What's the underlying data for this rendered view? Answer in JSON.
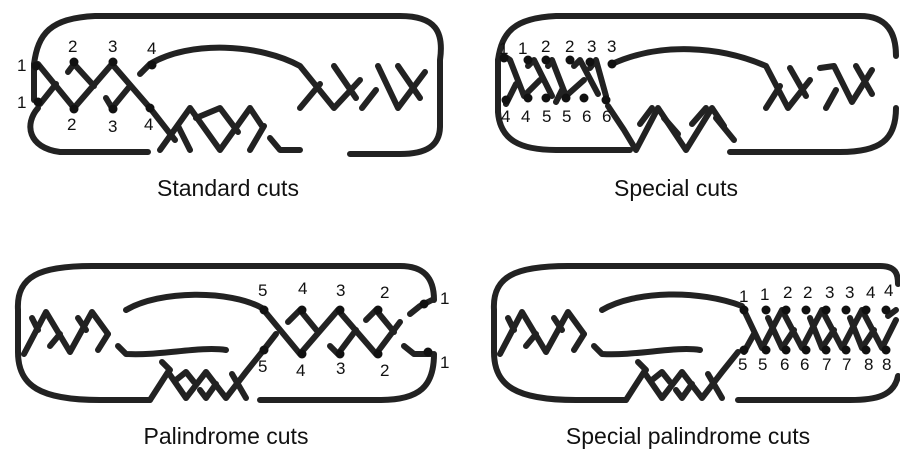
{
  "panels": [
    {
      "caption": "Standard cuts",
      "labels": [
        "1",
        "2",
        "3",
        "4",
        "1",
        "2",
        "3",
        "4"
      ]
    },
    {
      "caption": "Special cuts",
      "labels": [
        "1",
        "1",
        "2",
        "2",
        "3",
        "3",
        "4",
        "4",
        "5",
        "5",
        "6",
        "6"
      ]
    },
    {
      "caption": "Palindrome cuts",
      "labels": [
        "5",
        "4",
        "3",
        "2",
        "1",
        "5",
        "4",
        "3",
        "2",
        "1"
      ]
    },
    {
      "caption": "Special palindrome cuts",
      "labels": [
        "1",
        "1",
        "2",
        "2",
        "3",
        "3",
        "4",
        "4",
        "5",
        "5",
        "6",
        "6",
        "7",
        "7",
        "8",
        "8"
      ]
    }
  ],
  "colors": {
    "stroke": "#222222",
    "text": "#111111",
    "background": "#ffffff"
  }
}
